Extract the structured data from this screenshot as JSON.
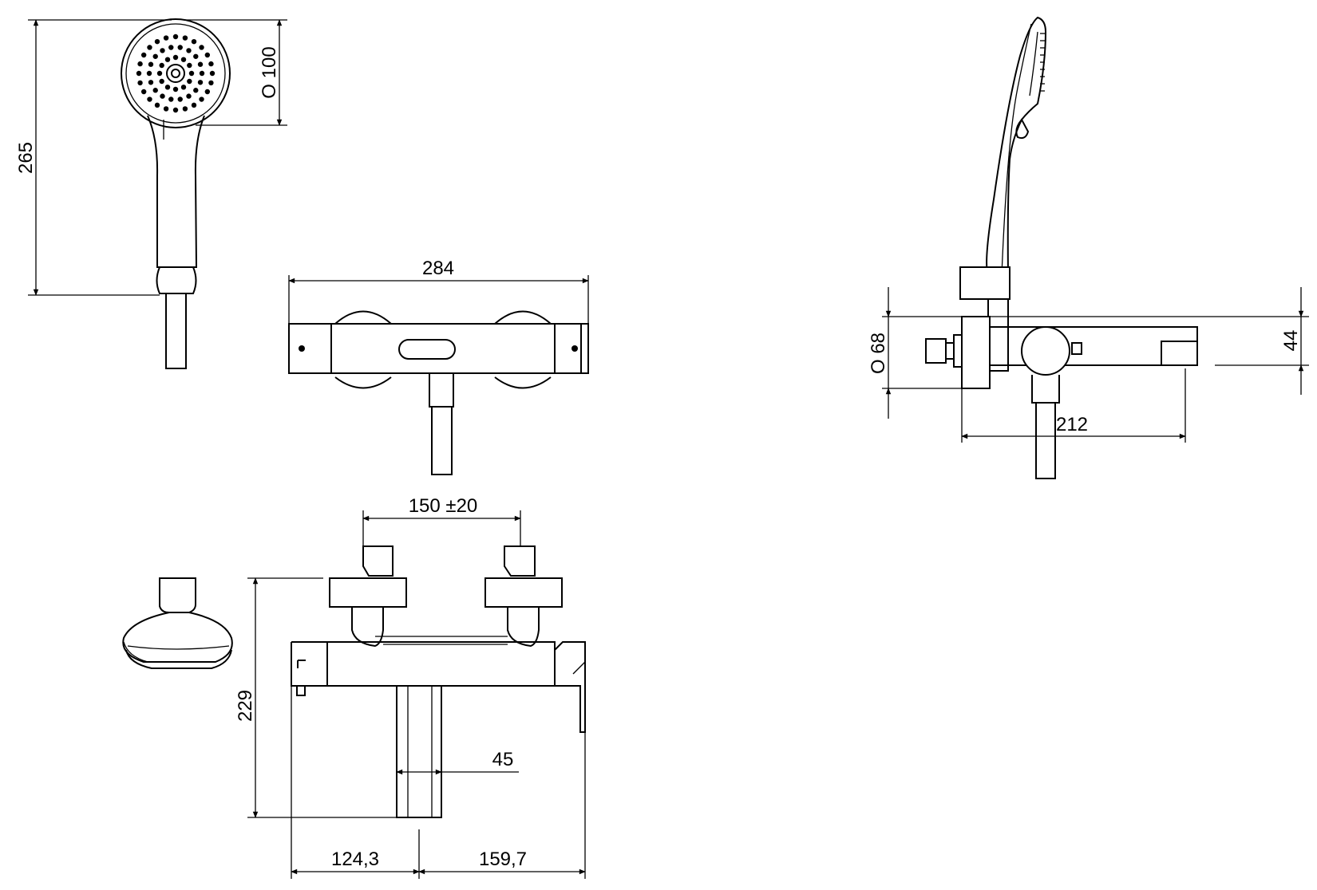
{
  "dimensions": {
    "shower_head_length": "265",
    "shower_head_diameter": "O 100",
    "mixer_width": "284",
    "centers": "150 ±20",
    "height": "229",
    "spout_width": "45",
    "left_offset": "124,3",
    "right_offset": "159,7",
    "handle_diameter": "O 68",
    "side_height": "44",
    "projection": "212"
  }
}
